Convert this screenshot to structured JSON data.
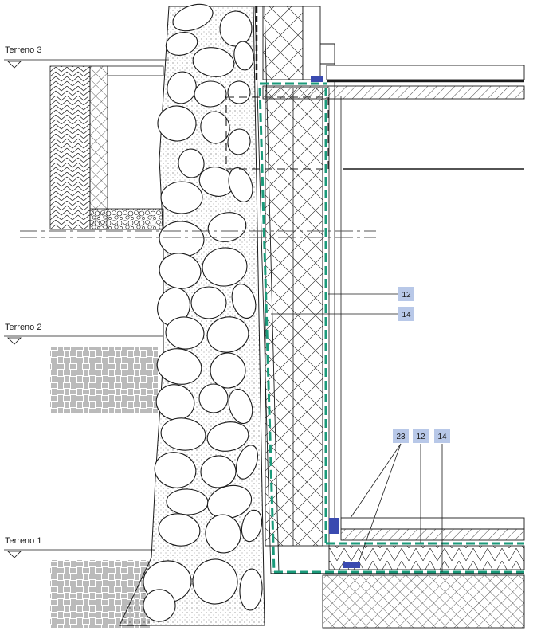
{
  "ground_levels": [
    {
      "id": "terrain-3",
      "label": "Terreno 3"
    },
    {
      "id": "terrain-2",
      "label": "Terreno 2"
    },
    {
      "id": "terrain-1",
      "label": "Terreno 1"
    }
  ],
  "callouts": [
    {
      "id": "wall-12",
      "label": "12"
    },
    {
      "id": "wall-14",
      "label": "14"
    },
    {
      "id": "floor-23",
      "label": "23"
    },
    {
      "id": "floor-12",
      "label": "12"
    },
    {
      "id": "floor-14",
      "label": "14"
    }
  ],
  "colors": {
    "line": "#1a1a1a",
    "membrane": "#1a9a7a",
    "seal": "#3a4ab0",
    "callout_bg": "#b8c8e8",
    "stone_fill": "#ffffff"
  }
}
